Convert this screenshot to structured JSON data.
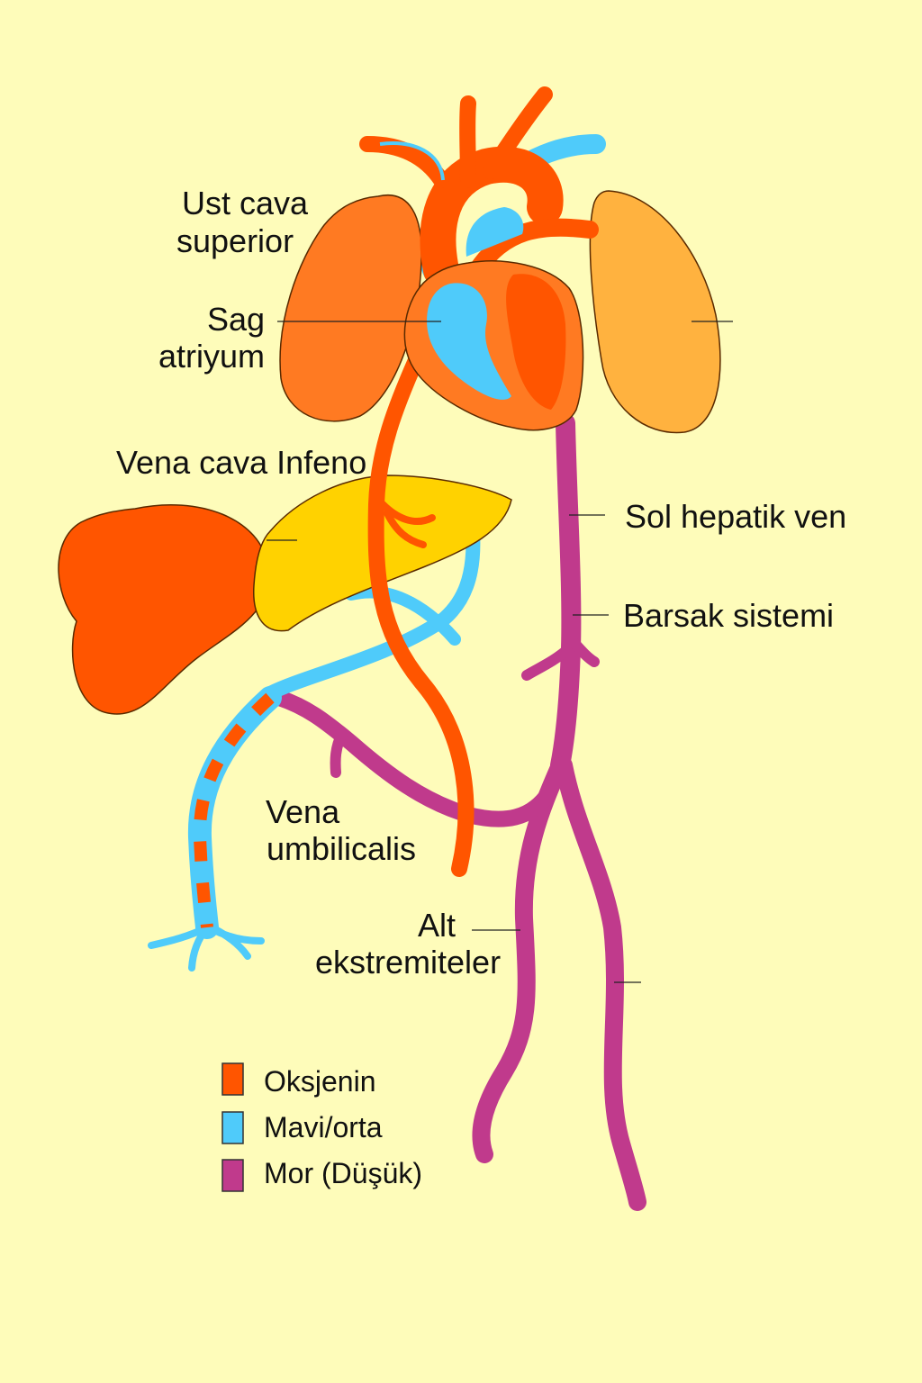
{
  "labels": {
    "ust_cava_1": "Ust cava",
    "ust_cava_2": "superior",
    "sag_1": "Sag",
    "sag_2": "atriyum",
    "vena_cava_inf": "Vena cava Infeno",
    "sol_hepatik": "Sol hepatik ven",
    "barsak": "Barsak sistemi",
    "vena_umb_1": "Vena",
    "vena_umb_2": "umbilicalis",
    "alt_1": "Alt",
    "alt_2": "ekstremiteler"
  },
  "legend": [
    {
      "label": "Oksjenin",
      "color": "#FF5500"
    },
    {
      "label": "Mavi/orta",
      "color": "#4FCBFA"
    },
    {
      "label": "Mor (Düşük)",
      "color": "#C03A8C"
    }
  ],
  "colors": {
    "background": "#FEFCBA",
    "oxygenated": "#FF5500",
    "mixed": "#4FCBFA",
    "low": "#C03A8C",
    "left_lung": "#FF7A22",
    "right_lung": "#FFB23F",
    "liver": "#FFD200"
  }
}
